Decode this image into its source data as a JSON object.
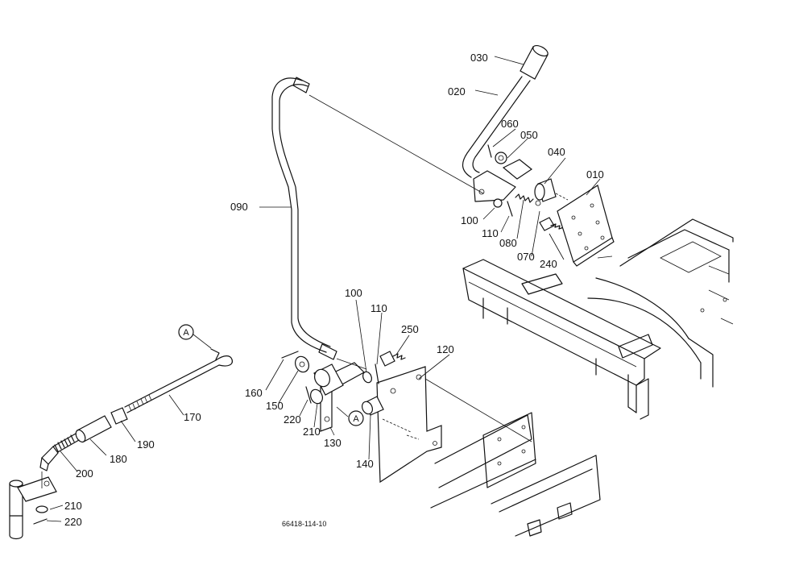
{
  "labels": {
    "p010": "010",
    "p020": "020",
    "p030": "030",
    "p040": "040",
    "p050": "050",
    "p060": "060",
    "p070": "070",
    "p080": "080",
    "p090": "090",
    "p100a": "100",
    "p110a": "110",
    "p240": "240",
    "p100b": "100",
    "p110b": "110",
    "p250": "250",
    "p120": "120",
    "p160": "160",
    "p150": "150",
    "p220a": "220",
    "p210a": "210",
    "p130": "130",
    "p140": "140",
    "p170": "170",
    "p190": "190",
    "p180": "180",
    "p200": "200",
    "p210b": "210",
    "p220b": "220"
  },
  "callouts": {
    "a1": "A",
    "a2": "A"
  },
  "reference_code": "66418-114-10"
}
